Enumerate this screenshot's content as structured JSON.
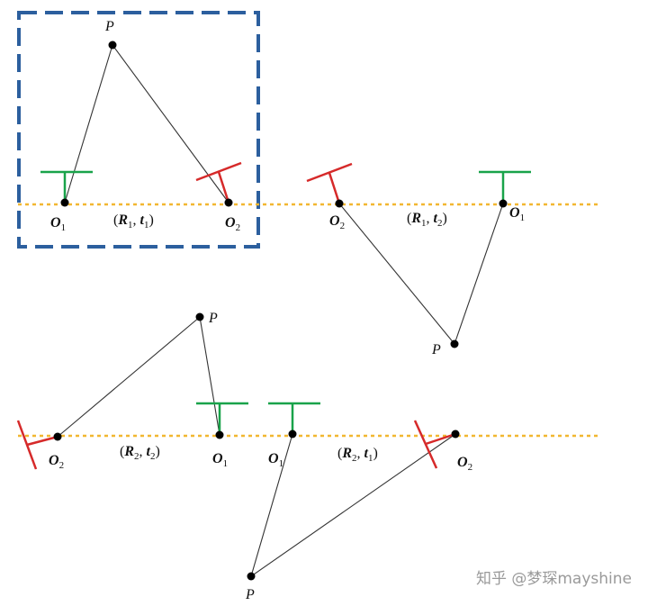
{
  "colors": {
    "dashed_box": "#2c5f9e",
    "baseline": "#f2b731",
    "camera_green": "#19a34a",
    "camera_red": "#d62a2a",
    "ray": "#333333",
    "point": "#000000"
  },
  "panels": {
    "top_left": {
      "point_label": "P",
      "left_center": {
        "letter": "O",
        "sub": "1"
      },
      "right_center": {
        "letter": "O",
        "sub": "2"
      },
      "transform": {
        "R": "R",
        "R_sub": "1",
        "t": "t",
        "t_sub": "1"
      }
    },
    "top_right": {
      "point_label": "P",
      "left_center": {
        "letter": "O",
        "sub": "2"
      },
      "right_center": {
        "letter": "O",
        "sub": "1"
      },
      "transform": {
        "R": "R",
        "R_sub": "1",
        "t": "t",
        "t_sub": "2"
      }
    },
    "bottom_left": {
      "point_label": "P",
      "left_center": {
        "letter": "O",
        "sub": "2"
      },
      "right_center": {
        "letter": "O",
        "sub": "1"
      },
      "transform": {
        "R": "R",
        "R_sub": "2",
        "t": "t",
        "t_sub": "2"
      }
    },
    "bottom_right": {
      "point_label": "P",
      "left_center": {
        "letter": "O",
        "sub": "1"
      },
      "right_center": {
        "letter": "O",
        "sub": "2"
      },
      "transform": {
        "R": "R",
        "R_sub": "2",
        "t": "t",
        "t_sub": "1"
      }
    }
  },
  "watermark": "知乎 @梦琛mayshine"
}
